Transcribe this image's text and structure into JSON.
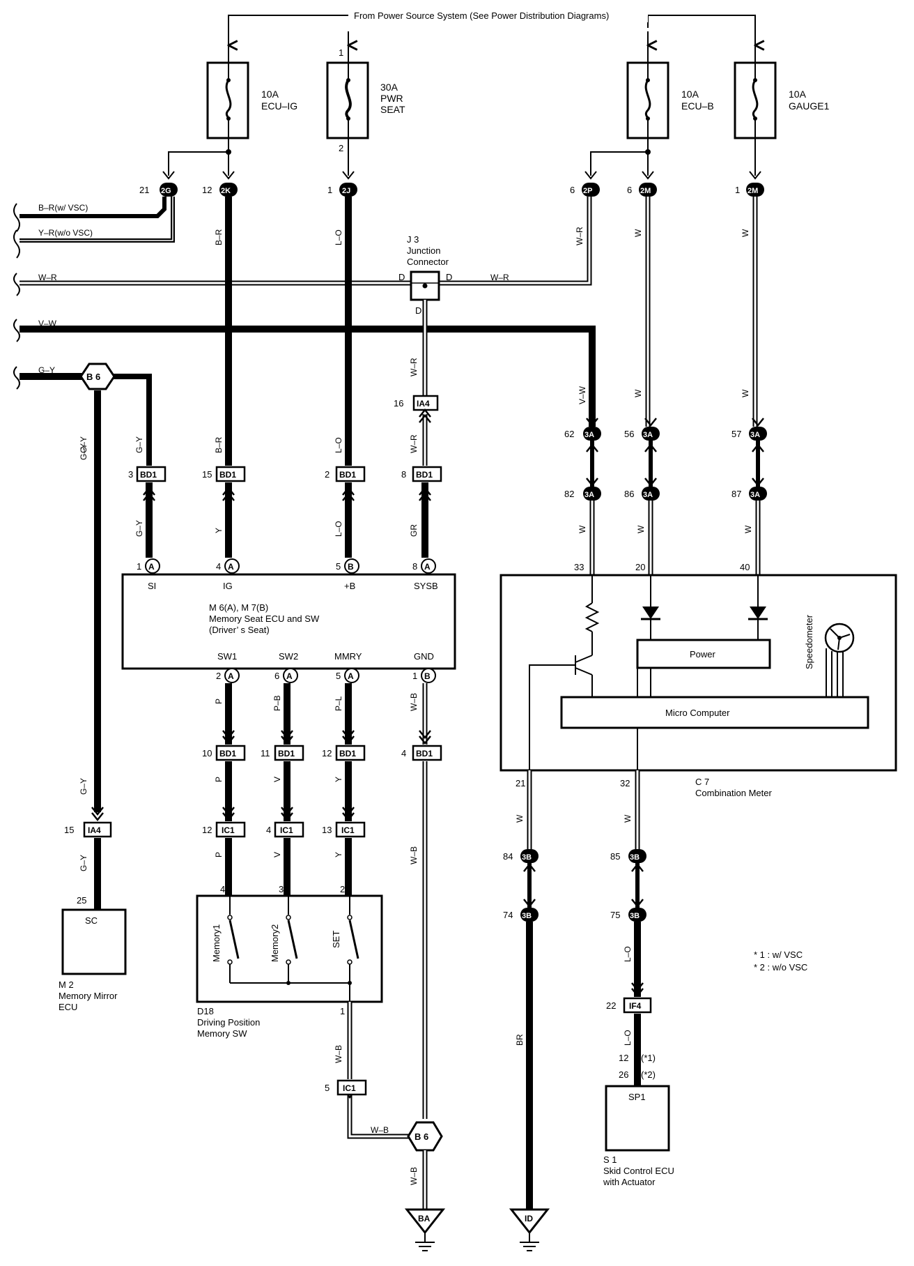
{
  "top_label": "From Power Source System (See Power Distribution Diagrams)",
  "fuses": [
    {
      "id": "ecu_ig",
      "line1": "10A",
      "line2": "ECU–IG",
      "line3": ""
    },
    {
      "id": "pwr_seat",
      "line1": "30A",
      "line2": "PWR",
      "line3": "SEAT"
    },
    {
      "id": "ecu_b",
      "line1": "10A",
      "line2": "ECU–B",
      "line3": ""
    },
    {
      "id": "gauge1",
      "line1": "10A",
      "line2": "GAUGE1",
      "line3": ""
    }
  ],
  "fuse_pins": {
    "pwr_seat_in": "1",
    "pwr_seat_out": "2"
  },
  "left_wires": {
    "br": "B–R(w/ VSC)",
    "yr": "Y–R(w/o VSC)",
    "wr": "W–R",
    "vw": "V–W",
    "gy": "G–Y"
  },
  "junction": {
    "id": "J 3",
    "name1": "Junction",
    "name2": "Connector",
    "pin": "D"
  },
  "ecu": {
    "id": "M 6(A), M 7(B)",
    "name1": "Memory Seat ECU and SW",
    "name2": "(Driver’ s Seat)",
    "top_pins": [
      "SI",
      "IG",
      "+B",
      "SYSB"
    ],
    "bottom_pins": [
      "SW1",
      "SW2",
      "MMRY",
      "GND"
    ]
  },
  "meter": {
    "id": "C 7",
    "name": "Combination Meter",
    "power": "Power",
    "micro": "Micro Computer",
    "speedo": "Speedometer",
    "pins_top": [
      "33",
      "20",
      "40"
    ],
    "pins_bottom": [
      "21",
      "32"
    ]
  },
  "switch": {
    "id": "D18",
    "name1": "Driving Position",
    "name2": "Memory SW",
    "labels": [
      "Memory1",
      "Memory2",
      "SET"
    ],
    "pins": [
      "4",
      "3",
      "2",
      "1"
    ]
  },
  "mirror": {
    "id": "M 2",
    "name1": "Memory Mirror",
    "name2": "ECU",
    "pin_label": "SC",
    "pin": "25"
  },
  "skid": {
    "id": "S 1",
    "name1": "Skid Control ECU",
    "name2": "with Actuator",
    "pin_label": "SP1",
    "pin1": "12",
    "pin1_note": "(*1)",
    "pin2": "26",
    "pin2_note": "(*2)"
  },
  "notes": [
    "* 1 : w/ VSC",
    "* 2 : w/o VSC"
  ],
  "grounds": {
    "left": "BA",
    "right": "ID"
  }
}
